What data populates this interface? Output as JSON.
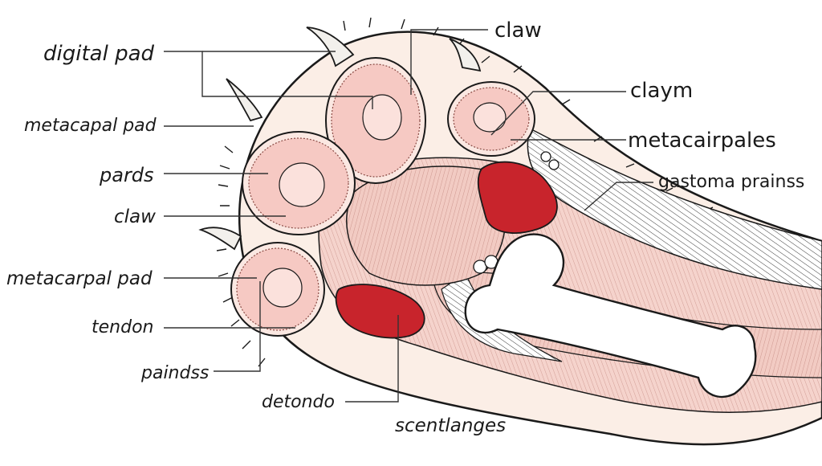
{
  "labels": {
    "digital_pad": "digital pad",
    "metacapal_pad": "metacapal pad",
    "pards": "pards",
    "claw_left": "claw",
    "metacarpal_pad": "metacarpal pad",
    "tendon": "tendon",
    "paindss": "paindss",
    "detondo": "detondo",
    "scentlanges": "scentlanges",
    "claw_top": "claw",
    "claym": "claym",
    "metacairpales": "metacairpales",
    "gastoma_prainss": "gastoma prainss"
  },
  "colors": {
    "fur": "#fbeee6",
    "pad": "#f6c9c3",
    "tissue": "#f3cfc8",
    "muscle": "#c8242c",
    "bone": "#ffffff",
    "line": "#1a1a1a",
    "leader": "#333333",
    "claw": "#f2f0ec"
  }
}
